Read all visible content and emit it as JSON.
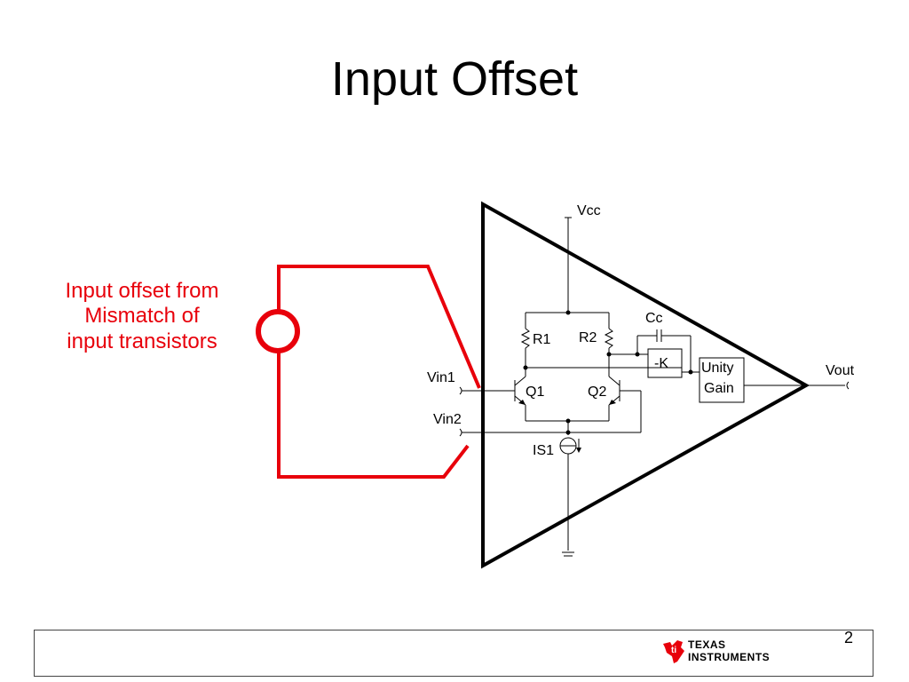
{
  "slide": {
    "title": "Input Offset",
    "page_number": "2"
  },
  "annotation": {
    "lines": [
      "Input offset from",
      "Mismatch of",
      "input transistors"
    ],
    "color": "#e8000b"
  },
  "diagram": {
    "labels": {
      "vcc": "Vcc",
      "r1": "R1",
      "r2": "R2",
      "cc": "Cc",
      "k": "-K",
      "unity1": "Unity",
      "unity2": "Gain",
      "vout": "Vout",
      "vin1": "Vin1",
      "vin2": "Vin2",
      "q1": "Q1",
      "q2": "Q2",
      "is1": "IS1"
    }
  },
  "footer": {
    "logo_line1": "TEXAS",
    "logo_line2": "INSTRUMENTS",
    "logo_color": "#e8000b"
  }
}
